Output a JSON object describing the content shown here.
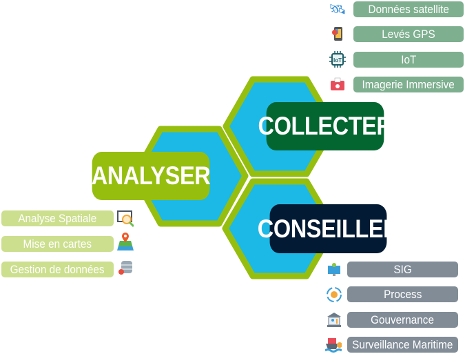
{
  "colors": {
    "collecter": "#036630",
    "analyser": "#96BE0F",
    "conseiller": "#021A33",
    "hex_fill": "#1DB9E6",
    "hex_border": "#96BE0F"
  },
  "hexagons": {
    "collecter": {
      "label": "COLLECTER"
    },
    "analyser": {
      "label": "ANALYSER"
    },
    "conseiller": {
      "label": "CONSEILLER"
    }
  },
  "collect_items": [
    {
      "label": "Données satellite",
      "icon": "satellite-icon"
    },
    {
      "label": "Levés GPS",
      "icon": "gps-phone-icon"
    },
    {
      "label": "IoT",
      "icon": "iot-chip-icon"
    },
    {
      "label": "Imagerie Immersive",
      "icon": "360-camera-icon"
    }
  ],
  "analyse_items": [
    {
      "label": "Analyse Spatiale",
      "icon": "analytics-magnifier-icon"
    },
    {
      "label": "Mise en cartes",
      "icon": "map-pin-icon"
    },
    {
      "label": "Gestion de données",
      "icon": "database-icon"
    }
  ],
  "advise_items": [
    {
      "label": "SIG",
      "icon": "gis-monitor-icon"
    },
    {
      "label": "Process",
      "icon": "process-gear-icon"
    },
    {
      "label": "Gouvernance",
      "icon": "governance-building-icon"
    },
    {
      "label": "Surveillance Maritime",
      "icon": "ship-icon"
    }
  ]
}
